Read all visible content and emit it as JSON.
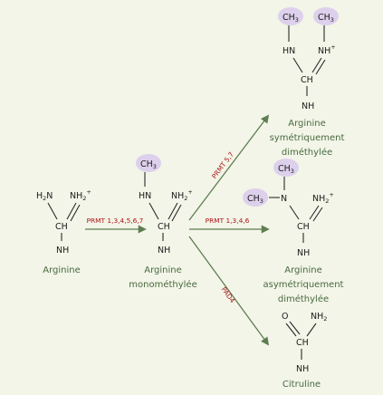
{
  "labels": {
    "arginine": "Arginine",
    "mono_1": "Arginine",
    "mono_2": "monométhylée",
    "sym_1": "Arginine",
    "sym_2": "symétriquement",
    "sym_3": "diméthylée",
    "asym_1": "Arginine",
    "asym_2": "asymétriquement",
    "asym_3": "diméthylée",
    "citrulline": "Citruline"
  },
  "enzymes": {
    "prmt_all": "PRMT 1,3,4,5,6,7",
    "prmt_sym": "PRMT 5,7",
    "prmt_asym": "PRMT 1,3,4,6",
    "pad": "PAD4"
  },
  "atoms": {
    "H": "H",
    "N": "N",
    "NH": "NH",
    "HN": "HN",
    "CH": "CH",
    "C": "C",
    "O": "O",
    "sub2": "2",
    "sub3": "3",
    "plus": "+"
  },
  "colors": {
    "background": "#f2f5e7",
    "methyl_highlight": "#ddd0ec",
    "caption": "#4a6a40",
    "enzyme": "#b0141a",
    "arrow": "#5e7d52"
  }
}
